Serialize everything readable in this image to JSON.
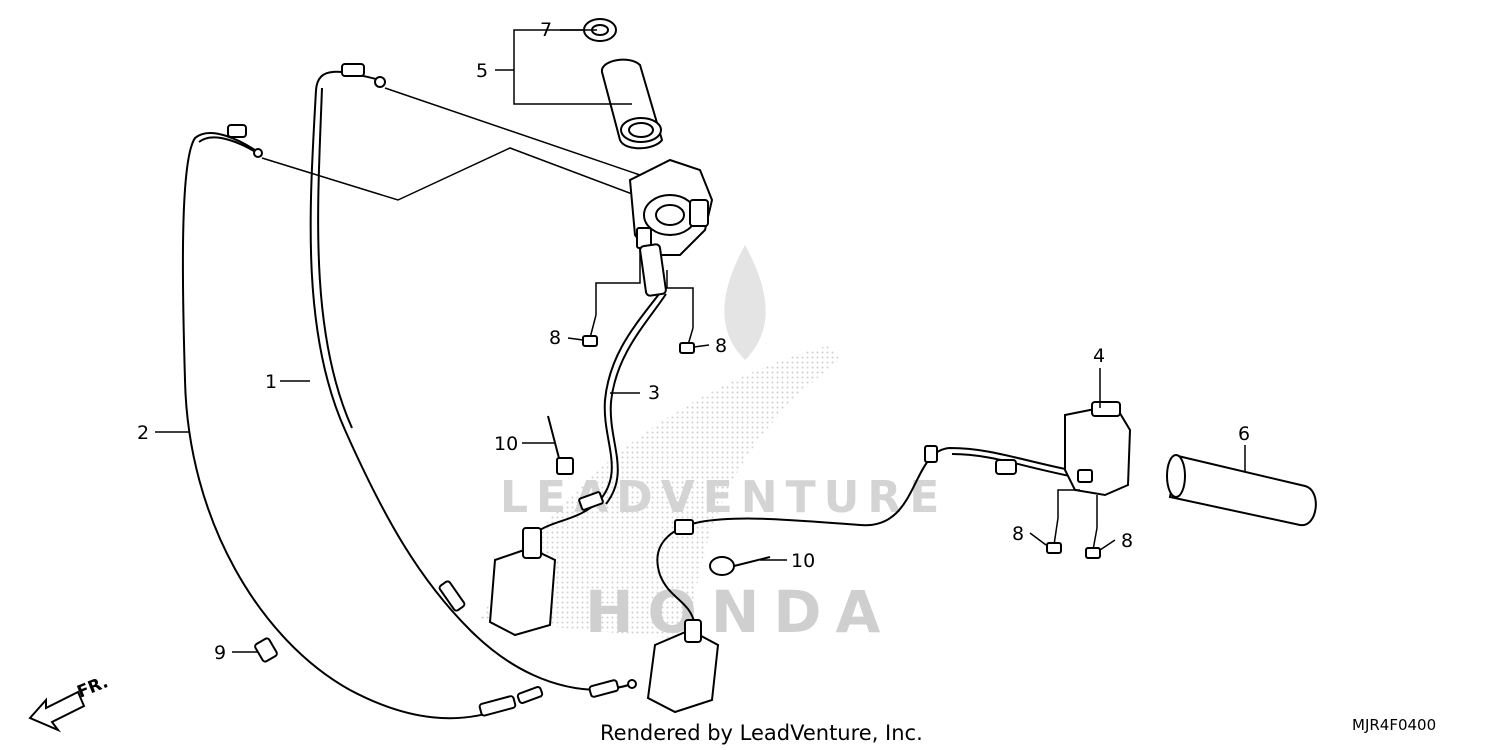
{
  "watermark": {
    "brand": "HONDA",
    "dealer": "LEADVENTURE"
  },
  "callouts": [
    {
      "id": "c1",
      "label": "1"
    },
    {
      "id": "c2",
      "label": "2"
    },
    {
      "id": "c3",
      "label": "3"
    },
    {
      "id": "c4",
      "label": "4"
    },
    {
      "id": "c5",
      "label": "5"
    },
    {
      "id": "c6",
      "label": "6"
    },
    {
      "id": "c7",
      "label": "7"
    },
    {
      "id": "c8a",
      "label": "8"
    },
    {
      "id": "c8b",
      "label": "8"
    },
    {
      "id": "c8c",
      "label": "8"
    },
    {
      "id": "c8d",
      "label": "8"
    },
    {
      "id": "c9",
      "label": "9"
    },
    {
      "id": "c10a",
      "label": "10"
    },
    {
      "id": "c10b",
      "label": "10"
    }
  ],
  "front_indicator": {
    "text": "FR."
  },
  "footer": {
    "credit": "Rendered by LeadVenture, Inc.",
    "diagram_code": "MJR4F0400"
  }
}
